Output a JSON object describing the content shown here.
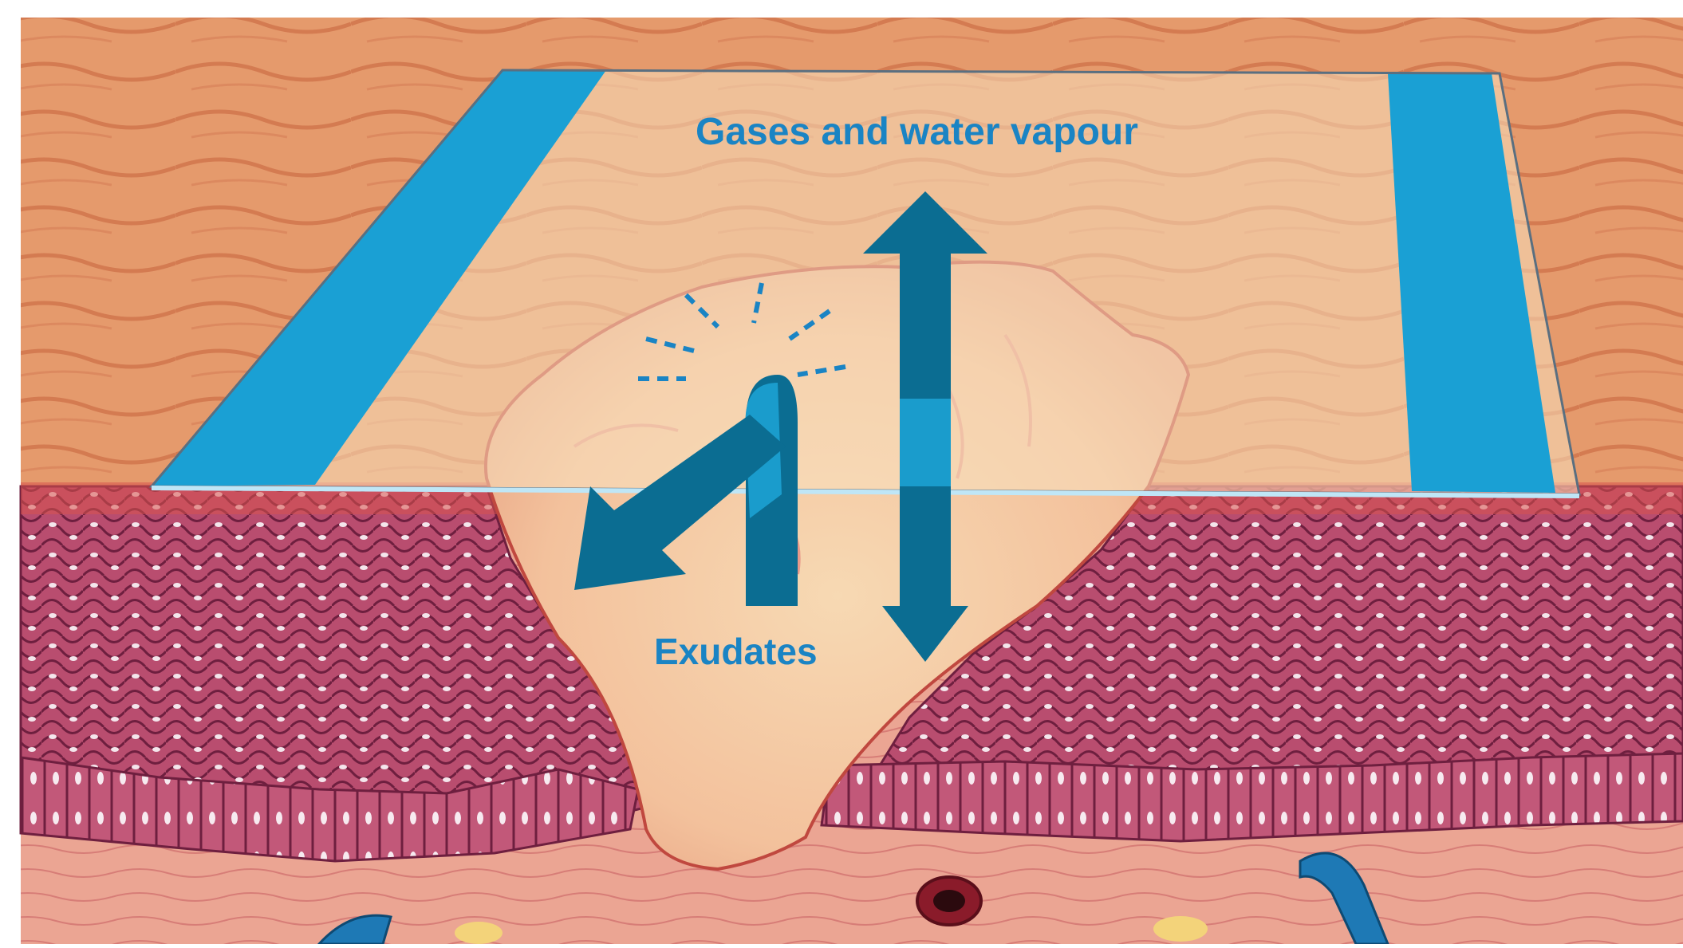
{
  "labels": {
    "top": "Gases and water vapour",
    "bottom": "Exudates"
  },
  "colors": {
    "dressing_blue": "#1aa0d4",
    "arrow_dark_blue": "#0b6d92",
    "arrow_light_blue": "#1a9ccc",
    "label_blue": "#1a84c4",
    "skin_surface": "#e79a6f",
    "epidermis_cells": "#b24a6c",
    "dermis": "#eba593",
    "wound_bed": "#f7cfa3"
  },
  "icons": {
    "vertical_arrow": "double-headed-arrow",
    "bent_arrow": "curved-return-arrow"
  }
}
